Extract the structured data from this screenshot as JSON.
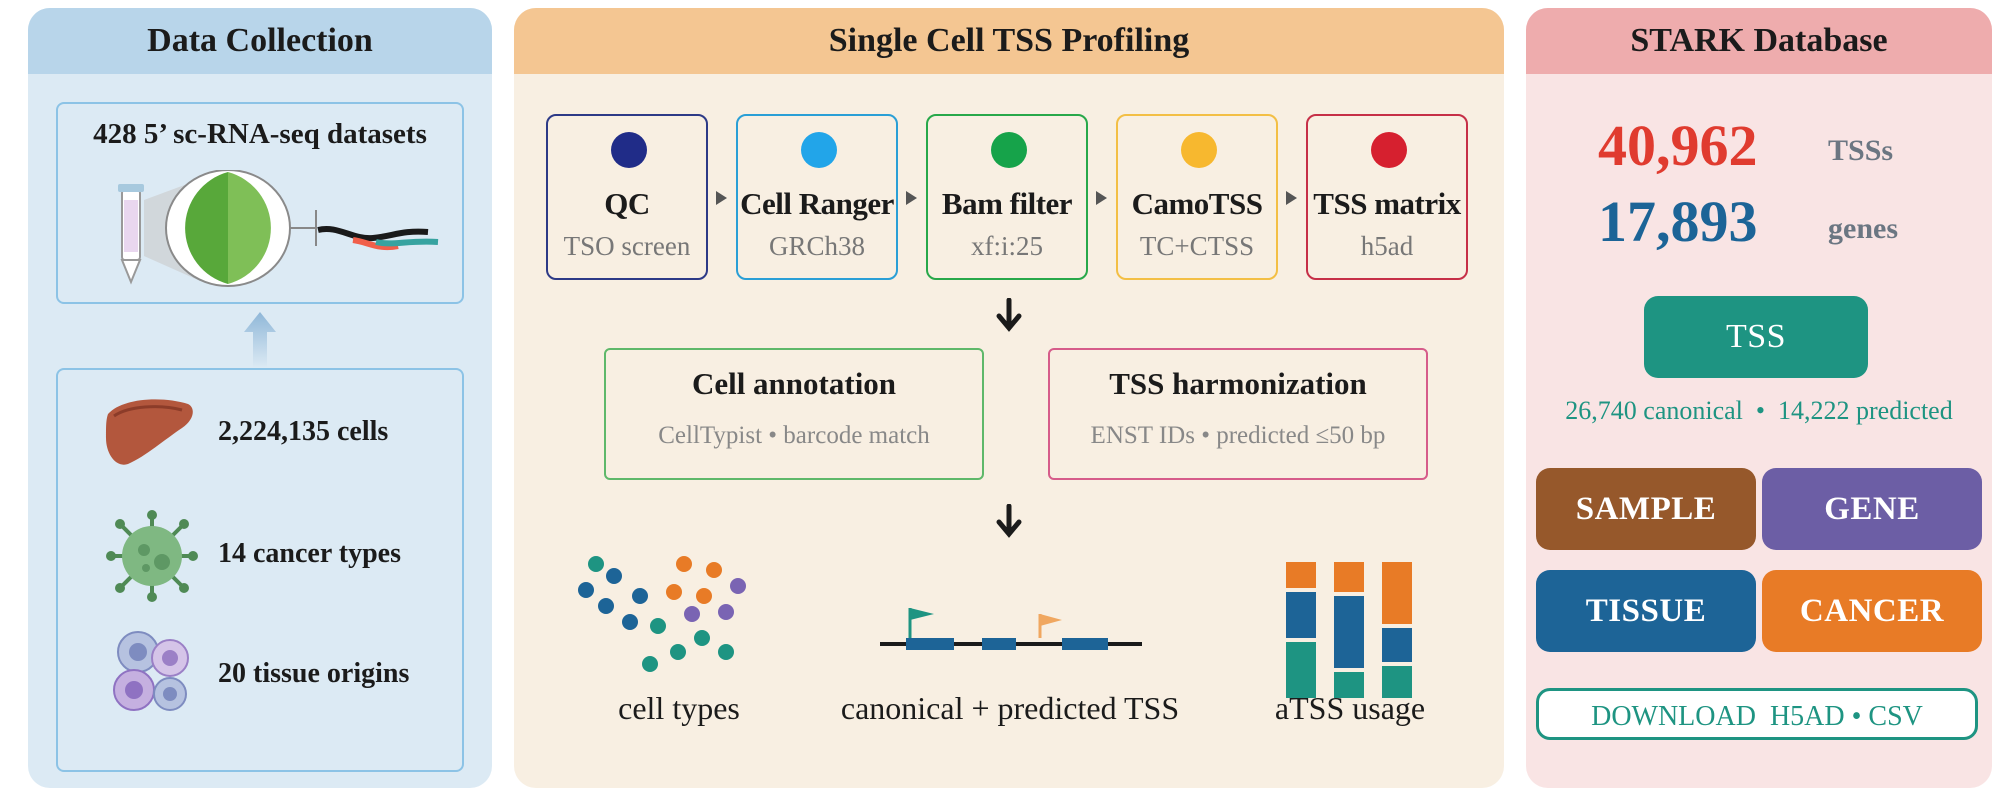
{
  "colors": {
    "blue_panel": "#dceaf4",
    "blue_header": "#b8d5ea",
    "orange_panel": "#f8efe2",
    "orange_header": "#f4c692",
    "pink_panel": "#f9e4e4",
    "pink_header": "#eeacad",
    "red_stat": "#e03b2f",
    "blue_stat": "#1c6497",
    "teal": "#1e9482",
    "sample": "#96582b",
    "gene": "#6c5ea5",
    "tissue": "#1d6497",
    "cancer": "#e87b26"
  },
  "collection": {
    "title": "Data Collection",
    "datasets_label": "428 5’ sc-RNA-seq datasets",
    "items": [
      {
        "icon": "liver-icon",
        "label": "2,224,135 cells"
      },
      {
        "icon": "virus-icon",
        "label": "14 cancer types"
      },
      {
        "icon": "cells-icon",
        "label": "20 tissue origins"
      }
    ]
  },
  "profiling": {
    "title": "Single Cell TSS Profiling",
    "steps": [
      {
        "name": "QC",
        "sub": "TSO screen",
        "color": "#2d3a87",
        "dot": "#202c88"
      },
      {
        "name": "Cell Ranger",
        "sub": "GRCh38",
        "color": "#2a9fd6",
        "dot": "#22a5e9"
      },
      {
        "name": "Bam filter",
        "sub": "xf:i:25",
        "color": "#28a84a",
        "dot": "#16a34a"
      },
      {
        "name": "CamoTSS",
        "sub": "TC+CTSS",
        "color": "#f3bf45",
        "dot": "#f7b82f"
      },
      {
        "name": "TSS matrix",
        "sub": "h5ad",
        "color": "#c62f47",
        "dot": "#d6202f"
      }
    ],
    "annotation": {
      "title": "Cell annotation",
      "sub": "CellTypist • barcode match"
    },
    "harmonization": {
      "title": "TSS harmonization",
      "sub": "ENST IDs • predicted ≤50 bp"
    },
    "outputs": [
      "cell types",
      "canonical + predicted TSS",
      "aTSS usage"
    ]
  },
  "stark": {
    "title": "STARK Database",
    "tss_count": "40,962",
    "tss_label": "TSSs",
    "gene_count": "17,893",
    "gene_label": "genes",
    "tss_button": "TSS",
    "tss_breakdown": "26,740 canonical  •  14,222 predicted",
    "buttons": [
      "SAMPLE",
      "GENE",
      "TISSUE",
      "CANCER"
    ],
    "download": "DOWNLOAD  H5AD • CSV"
  }
}
